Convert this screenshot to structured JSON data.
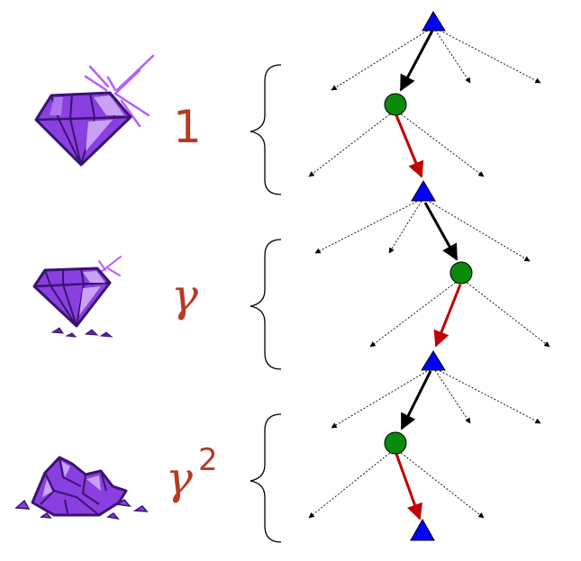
{
  "colors": {
    "gem_fill": "#8a3fe0",
    "gem_light": "#c9a2f5",
    "gem_outline": "#3a1370",
    "sparkle": "#b85cff",
    "label": "#b83a22",
    "max_node": "#0000ff",
    "chance_node": "#0a8a0a",
    "chosen_edge_black": "#000000",
    "chosen_edge_red": "#c00000",
    "dotted_edge": "#000000"
  },
  "rows": [
    {
      "gem_icon": "whole-gem-icon",
      "label_base": "1",
      "label_exp": ""
    },
    {
      "gem_icon": "chipped-gem-icon",
      "label_base": "γ",
      "label_exp": ""
    },
    {
      "gem_icon": "crumbled-gem-icon",
      "label_base": "γ",
      "label_exp": "2"
    }
  ]
}
